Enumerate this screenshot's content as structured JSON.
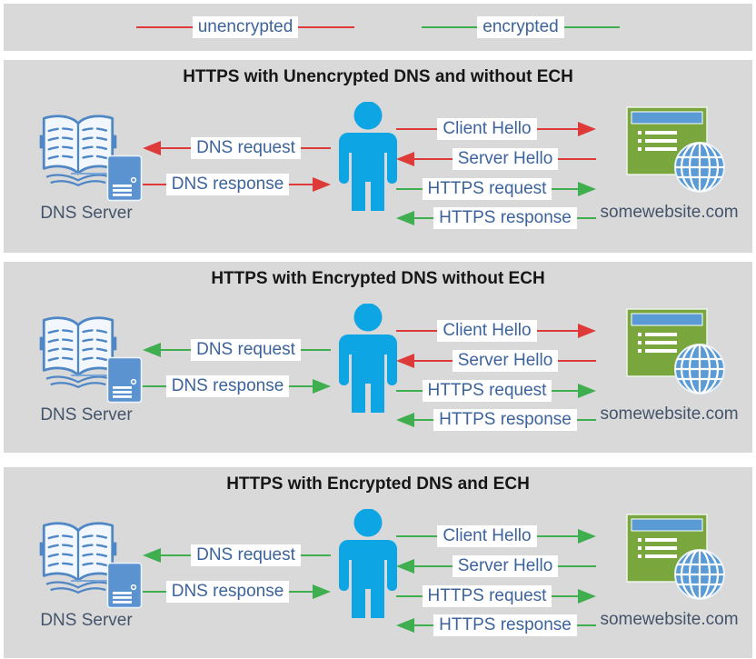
{
  "palette": {
    "unencrypted": "#df3a3a",
    "encrypted": "#3fae4f",
    "panel_bg": "#d9d9d9",
    "person_blue": "#0ea5e4",
    "site_green": "#79a73e",
    "accent_blue": "#5b9bd5",
    "book_blue": "#4f86c6"
  },
  "icons": {
    "dns-book-icon": "open-book",
    "server-tower-icon": "server-tower",
    "user-icon": "person-silhouette",
    "website-icon": "browser-window-with-globe",
    "arrowhead-icon": "solid-triangle"
  },
  "legend": {
    "items": [
      {
        "label": "unencrypted",
        "color": "#df3a3a"
      },
      {
        "label": "encrypted",
        "color": "#3fae4f"
      }
    ]
  },
  "panels": [
    {
      "title": "HTTPS with Unencrypted DNS and without ECH",
      "dns_server_label": "DNS Server",
      "website_label": "somewebsite.com",
      "dns_arrows": [
        {
          "label": "DNS request",
          "direction": "left",
          "color": "#df3a3a"
        },
        {
          "label": "DNS response",
          "direction": "right",
          "color": "#df3a3a"
        }
      ],
      "https_arrows": [
        {
          "label": "Client Hello",
          "direction": "right",
          "color": "#df3a3a"
        },
        {
          "label": "Server Hello",
          "direction": "left",
          "color": "#df3a3a"
        },
        {
          "label": "HTTPS request",
          "direction": "right",
          "color": "#3fae4f"
        },
        {
          "label": "HTTPS response",
          "direction": "left",
          "color": "#3fae4f"
        }
      ]
    },
    {
      "title": "HTTPS with Encrypted DNS without ECH",
      "dns_server_label": "DNS Server",
      "website_label": "somewebsite.com",
      "dns_arrows": [
        {
          "label": "DNS request",
          "direction": "left",
          "color": "#3fae4f"
        },
        {
          "label": "DNS response",
          "direction": "right",
          "color": "#3fae4f"
        }
      ],
      "https_arrows": [
        {
          "label": "Client Hello",
          "direction": "right",
          "color": "#df3a3a"
        },
        {
          "label": "Server Hello",
          "direction": "left",
          "color": "#df3a3a"
        },
        {
          "label": "HTTPS request",
          "direction": "right",
          "color": "#3fae4f"
        },
        {
          "label": "HTTPS response",
          "direction": "left",
          "color": "#3fae4f"
        }
      ]
    },
    {
      "title": "HTTPS with Encrypted DNS and ECH",
      "dns_server_label": "DNS Server",
      "website_label": "somewebsite.com",
      "dns_arrows": [
        {
          "label": "DNS request",
          "direction": "left",
          "color": "#3fae4f"
        },
        {
          "label": "DNS response",
          "direction": "right",
          "color": "#3fae4f"
        }
      ],
      "https_arrows": [
        {
          "label": "Client Hello",
          "direction": "right",
          "color": "#3fae4f"
        },
        {
          "label": "Server Hello",
          "direction": "left",
          "color": "#3fae4f"
        },
        {
          "label": "HTTPS request",
          "direction": "right",
          "color": "#3fae4f"
        },
        {
          "label": "HTTPS response",
          "direction": "left",
          "color": "#3fae4f"
        }
      ]
    }
  ]
}
